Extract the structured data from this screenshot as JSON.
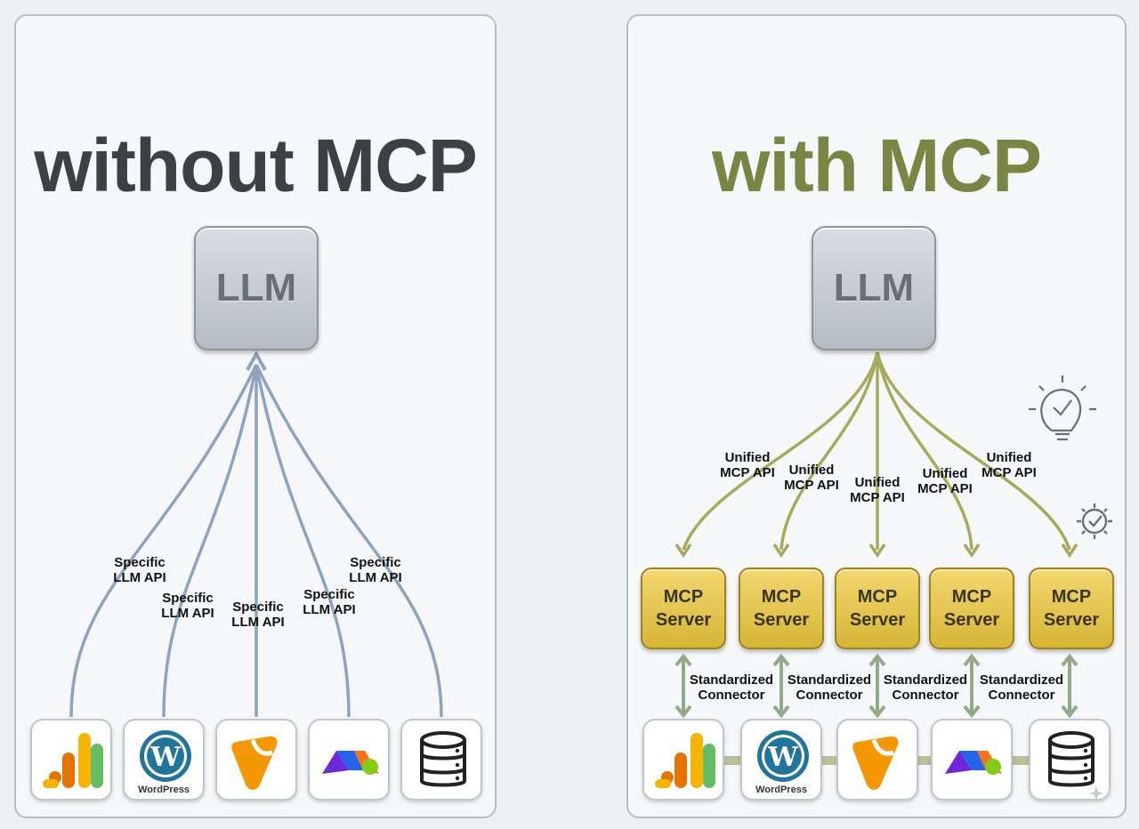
{
  "left_panel": {
    "title": "without MCP",
    "llm_label": "LLM",
    "connection_label": [
      "Specific",
      "LLM API"
    ],
    "apps": [
      {
        "name": "google-analytics",
        "text": ""
      },
      {
        "name": "wordpress",
        "text": "WordPress"
      },
      {
        "name": "typo3",
        "text": ""
      },
      {
        "name": "make",
        "text": ""
      },
      {
        "name": "database",
        "text": ""
      }
    ]
  },
  "right_panel": {
    "title": "with MCP",
    "llm_label": "LLM",
    "connection_label": [
      "Unified",
      "MCP API"
    ],
    "server_label": [
      "MCP",
      "Server"
    ],
    "connector_label": [
      "Standardized",
      "Connector"
    ],
    "apps": [
      {
        "name": "google-analytics",
        "text": ""
      },
      {
        "name": "wordpress",
        "text": "WordPress"
      },
      {
        "name": "typo3",
        "text": ""
      },
      {
        "name": "make",
        "text": ""
      },
      {
        "name": "database",
        "text": ""
      }
    ]
  },
  "icons": [
    "lightbulb-icon",
    "gear-check-icon",
    "sparkle-icon"
  ],
  "colors": {
    "left_title": "#3d4044",
    "right_title": "#7a8544",
    "left_lines": "#8da3bf",
    "right_lines": "#a6aa5c",
    "mcp_server": "#e3c44a",
    "connector": "#93aa88"
  }
}
